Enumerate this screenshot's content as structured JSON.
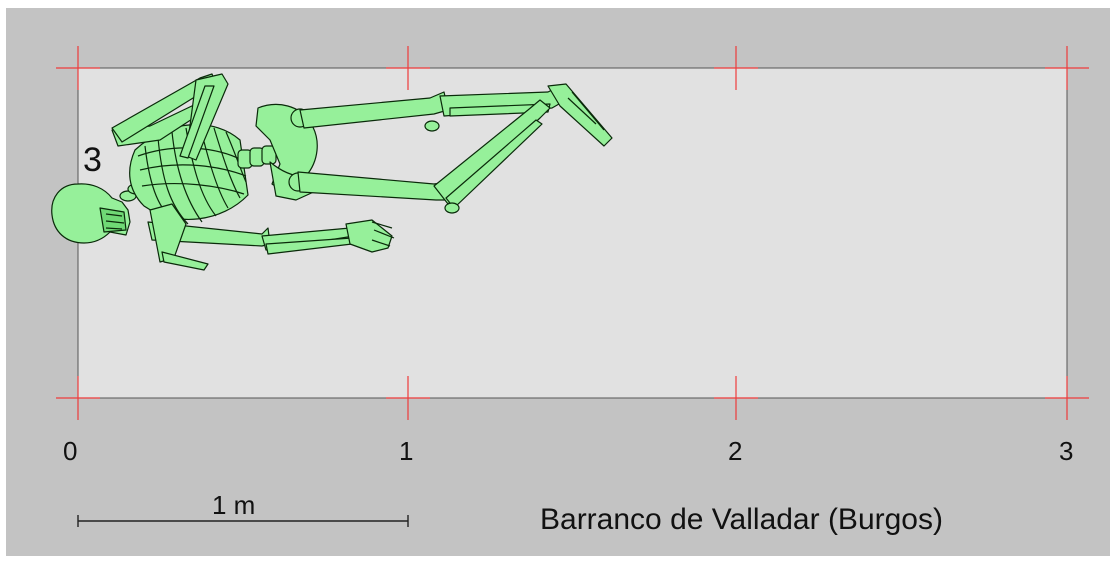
{
  "figure": {
    "site_label": "Barranco de Valladar (Burgos)",
    "scale_bar_label": "1 m",
    "burial_number": "3",
    "grid_ticks": [
      "0",
      "1",
      "2",
      "3"
    ]
  },
  "colors": {
    "frame": "#c3c3c3",
    "grave_fill": "#e1e1e1",
    "skeleton_fill": "#96f09a",
    "skeleton_stroke": "#0a2a0a",
    "grid_cross": "#ee3b3b"
  }
}
